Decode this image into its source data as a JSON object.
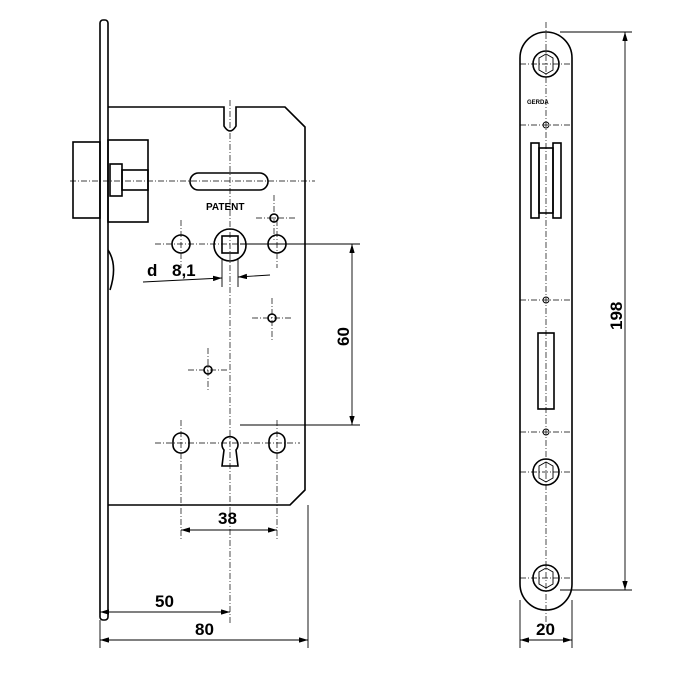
{
  "drawing": {
    "patent_label": "PATENT",
    "brand_logo": "GERDA",
    "dimensions": {
      "spindle": "8,1",
      "spindle_symbol": "d",
      "spacing": "60",
      "hole_spacing": "38",
      "backset": "50",
      "body_depth": "80",
      "faceplate_length": "198",
      "faceplate_width": "20"
    }
  }
}
